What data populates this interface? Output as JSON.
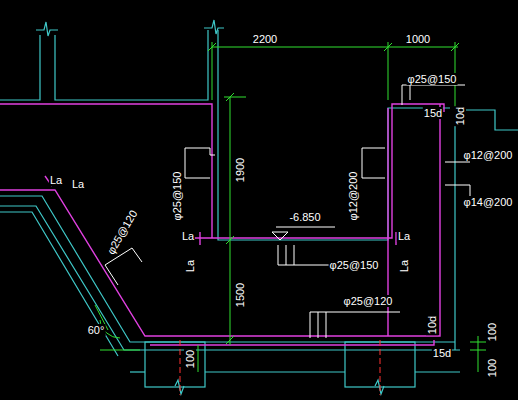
{
  "diagram": {
    "labels": [
      "2200",
      "1000",
      "φ25@150",
      "15d",
      "10d",
      "φ12@200",
      "φ14@200",
      "φ25@150",
      "1900",
      "φ12@200",
      "-6.850",
      "La",
      "La",
      "φ25@120",
      "La",
      "La",
      "La",
      "La",
      "φ25@150",
      "1500",
      "φ25@120",
      "60°",
      "10d",
      "15d",
      "100",
      "100",
      "100"
    ]
  }
}
